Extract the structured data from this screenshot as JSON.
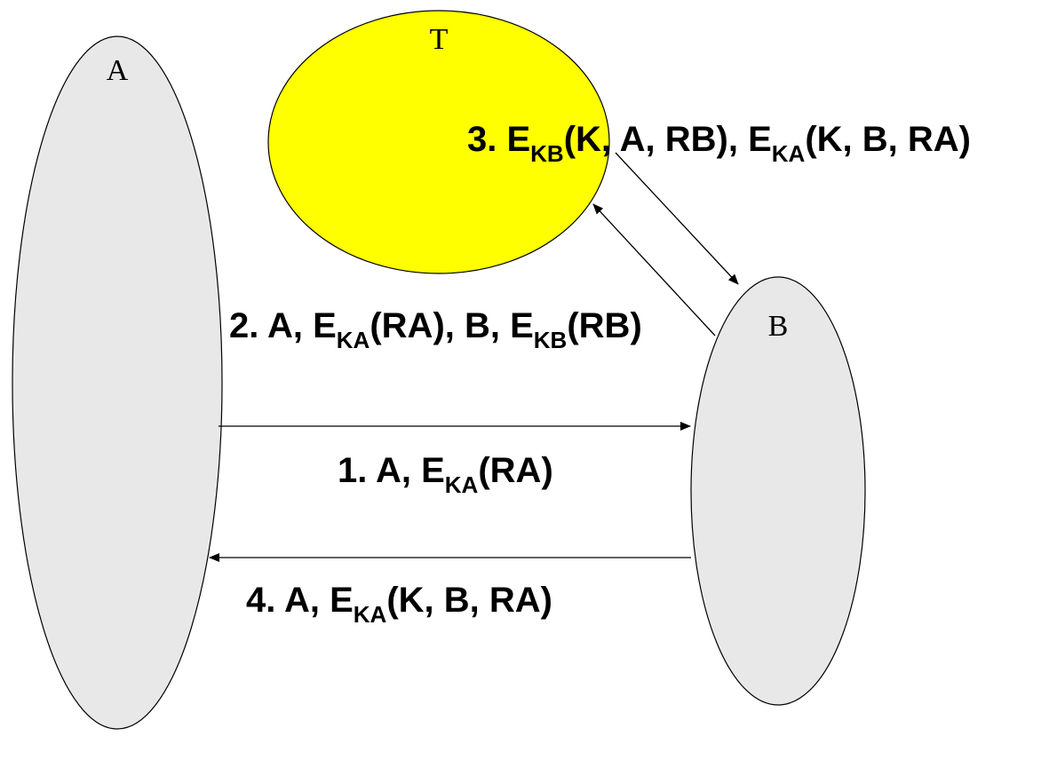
{
  "nodes": {
    "a": {
      "label": "A",
      "fill": "#e8e8e8"
    },
    "t": {
      "label": "T",
      "fill": "#ffff00"
    },
    "b": {
      "label": "B",
      "fill": "#e8e8e8"
    }
  },
  "messages": {
    "m1": {
      "prefix": "1. A, E",
      "sub1": "KA",
      "rest1": "(RA)"
    },
    "m2": {
      "prefix": "2. A, E",
      "sub1": "KA",
      "mid": "(RA), B, E",
      "sub2": "KB",
      "rest": "(RB)"
    },
    "m3": {
      "prefix": "3. E",
      "sub1": "KB",
      "mid": "(K, A, RB), E",
      "sub2": "KA",
      "rest": "(K, B, RA)"
    },
    "m4": {
      "prefix": "4. A, E",
      "sub1": "KA",
      "rest1": "(K, B, RA)"
    }
  },
  "colors": {
    "stroke": "#000000",
    "t_fill": "#ffff00",
    "party_fill": "#e8e8e8"
  }
}
